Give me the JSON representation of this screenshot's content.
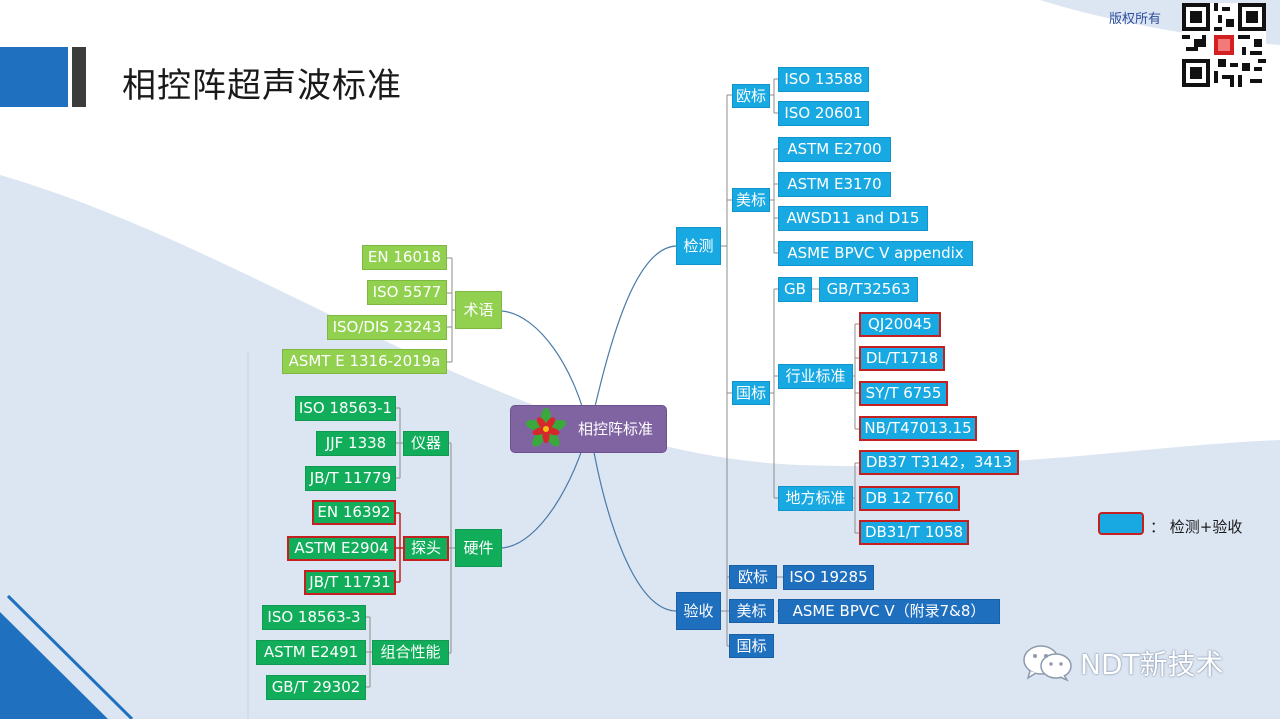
{
  "header": {
    "title": "相控阵超声波标准",
    "copyright": "版权所有"
  },
  "diagram": {
    "center": "相控阵标准",
    "branches": {
      "terms": {
        "label": "术语",
        "items": [
          "EN 16018",
          "ISO 5577",
          "ISO/DIS 23243",
          "ASMT E 1316-2019a"
        ]
      },
      "hardware": {
        "label": "硬件",
        "instrument": {
          "label": "仪器",
          "items": [
            "ISO 18563-1",
            "JJF 1338",
            "JB/T 11779"
          ]
        },
        "probe": {
          "label": "探头",
          "items": [
            "EN 16392",
            "ASTM E2904",
            "JB/T 11731"
          ]
        },
        "combined": {
          "label": "组合性能",
          "items": [
            "ISO 18563-3",
            "ASTM E2491",
            "GB/T 29302"
          ]
        }
      },
      "inspection": {
        "label": "检测",
        "eu": {
          "label": "欧标",
          "items": [
            "ISO 13588",
            "ISO 20601"
          ]
        },
        "us": {
          "label": "美标",
          "items": [
            "ASTM  E2700",
            "ASTM  E3170",
            "AWSD11 and D15",
            "ASME BPVC V appendix"
          ]
        },
        "national": {
          "label": "国标",
          "gb": {
            "label": "GB",
            "item": "GB/T32563"
          },
          "industry": {
            "label": "行业标准",
            "items": [
              "QJ20045",
              "DL/T1718",
              "SY/T 6755",
              "NB/T47013.15"
            ]
          },
          "local": {
            "label": "地方标准",
            "items": [
              "DB37 T3142，3413",
              "DB 12 T760",
              "DB31/T 1058"
            ]
          }
        }
      },
      "acceptance": {
        "label": "验收",
        "eu": {
          "label": "欧标",
          "item": "ISO 19285"
        },
        "us": {
          "label": "美标",
          "item": "ASME BPVC V（附录7&8）"
        },
        "national": {
          "label": "国标"
        }
      }
    }
  },
  "legend": {
    "text": "：  检测+验收"
  },
  "brand": {
    "text": "NDT新技术"
  },
  "colors": {
    "terms": "#92d050",
    "hardware": "#12ad5a",
    "inspection": "#18a9e2",
    "acceptance": "#1f6fbf",
    "center": "#8064a2",
    "highlight_border": "#c42020"
  }
}
